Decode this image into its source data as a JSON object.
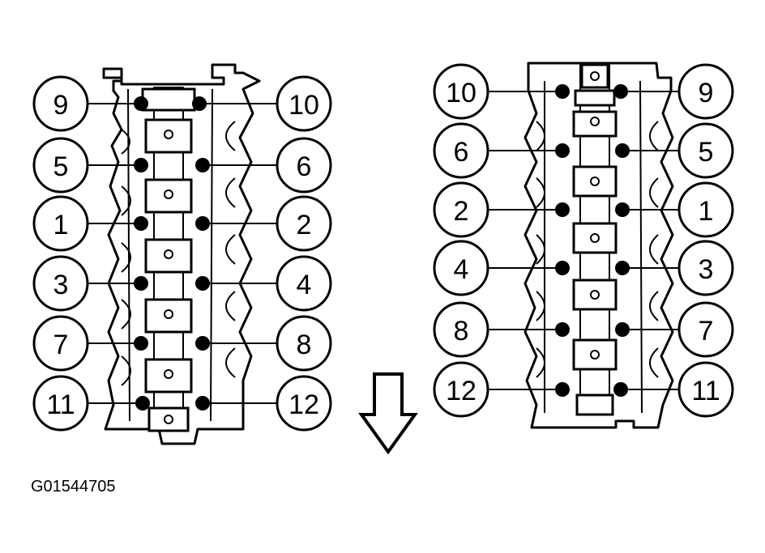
{
  "figure_id": "G01544705",
  "left_head": {
    "left_labels": [
      "9",
      "5",
      "1",
      "3",
      "7",
      "11"
    ],
    "right_labels": [
      "10",
      "6",
      "2",
      "4",
      "8",
      "12"
    ]
  },
  "right_head": {
    "left_labels": [
      "10",
      "6",
      "2",
      "4",
      "8",
      "12"
    ],
    "right_labels": [
      "9",
      "5",
      "1",
      "3",
      "7",
      "11"
    ]
  },
  "front_arrow_icon": "arrow-down-icon"
}
